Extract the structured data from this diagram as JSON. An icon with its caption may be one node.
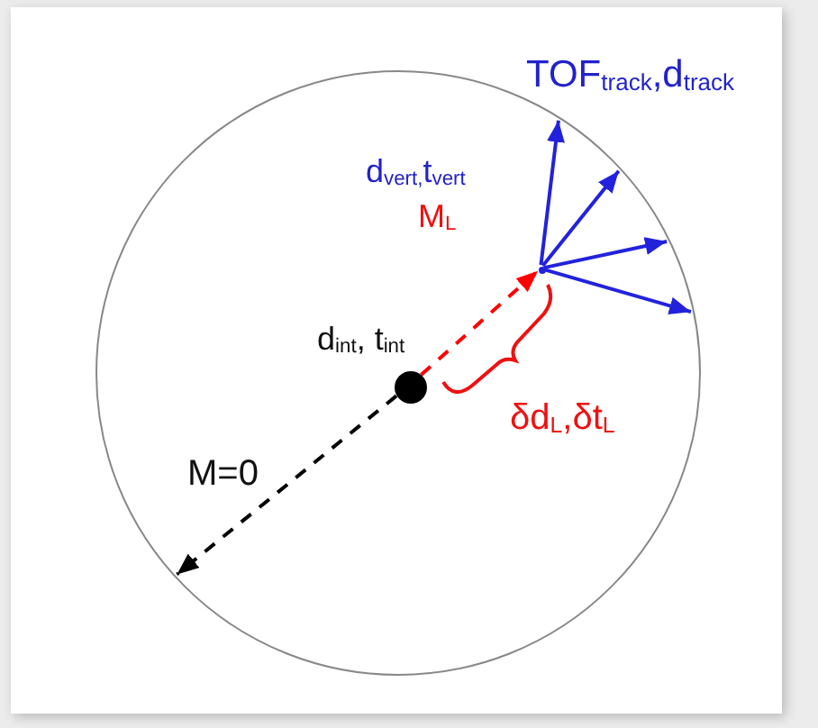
{
  "diagram": {
    "nodes": [
      {
        "text": [],
        "shape": "circle"
      },
      {
        "text": [],
        "shape": "dot",
        "in": 0,
        "beside": [
          "d$_{int}$, t$_{int}$"
        ]
      },
      {
        "text": [],
        "shape": "point",
        "in": 0,
        "beside": [
          "d$_{vert,}$t$_{vert}$"
        ]
      }
    ],
    "edges": [
      {
        "from": 1,
        "to": 0,
        "arrow": "to",
        "label": "M=0",
        "style": "dashed",
        "color": "#000000"
      },
      {
        "from": 1,
        "to": 2,
        "arrow": "to",
        "label": "M$_{L}$",
        "style": "dashed",
        "color": "#ff0000"
      },
      {
        "from": 2,
        "to": 0,
        "arrow": "to"
      },
      {
        "from": 2,
        "to": 0,
        "arrow": "to"
      },
      {
        "from": 2,
        "to": 0,
        "arrow": "to"
      },
      {
        "from": 2,
        "to": 0,
        "arrow": "to"
      }
    ],
    "labels": [
      "TOF$_{track}$,d$_{track}$",
      "δd$_{L}$,δt$_{L}$"
    ]
  }
}
